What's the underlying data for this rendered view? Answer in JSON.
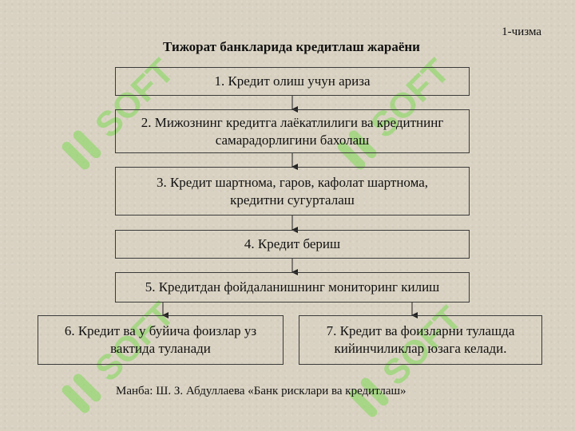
{
  "slide_label": "1-чизма",
  "title": "Тижорат банкларида кредитлаш жараёни",
  "steps": [
    {
      "label": "1. Кредит олиш учун ариза"
    },
    {
      "label": "2. Мижознинг кредитга лаёкатлилиги ва кредитнинг самарадорлигини бахолаш"
    },
    {
      "label": "3. Кредит шартнома, гаров, кафолат шартнома, кредитни сугурталаш"
    },
    {
      "label": "4. Кредит бериш"
    },
    {
      "label": "5. Кредитдан фойдаланишнинг мониторинг килиш"
    },
    {
      "label": "6. Кредит ва у буйича фоизлар уз вактида туланади"
    },
    {
      "label": "7. Кредит ва фоизларни тулашда кийинчиликлар юзага келади."
    }
  ],
  "source": "Манба: Ш. З. Абдуллаева «Банк рисклари ва кредитлаш»",
  "colors": {
    "background": "#d9d2c2",
    "border": "#3a3a3a",
    "watermark": "#7ed957"
  }
}
